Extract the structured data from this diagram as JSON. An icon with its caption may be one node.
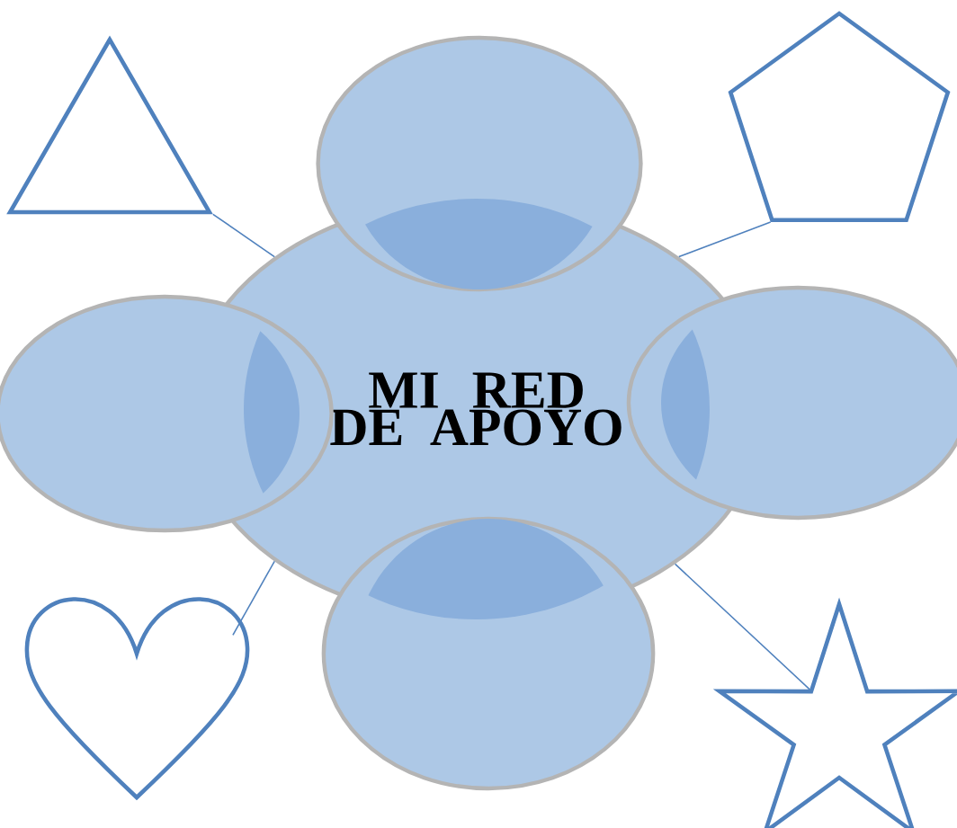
{
  "diagram": {
    "nodes": [
      {
        "text": [
          "MI RED DE APOYO"
        ]
      },
      {
        "text": [],
        "shape": "circle"
      },
      {
        "text": [],
        "shape": "ellipse"
      },
      {
        "text": [],
        "shape": "ellipse"
      },
      {
        "text": [],
        "shape": "circle"
      },
      {
        "text": [],
        "shape": "triangle"
      },
      {
        "text": [],
        "shape": "pentagon"
      },
      {
        "text": [],
        "shape": "heart"
      },
      {
        "text": [],
        "shape": "star"
      }
    ],
    "edges": [
      {
        "from": 5,
        "to": 0,
        "arrow": "none"
      },
      {
        "from": 6,
        "to": 0,
        "arrow": "none"
      },
      {
        "from": 7,
        "to": 0,
        "arrow": "none"
      },
      {
        "from": 8,
        "to": 0,
        "arrow": "none"
      }
    ]
  }
}
